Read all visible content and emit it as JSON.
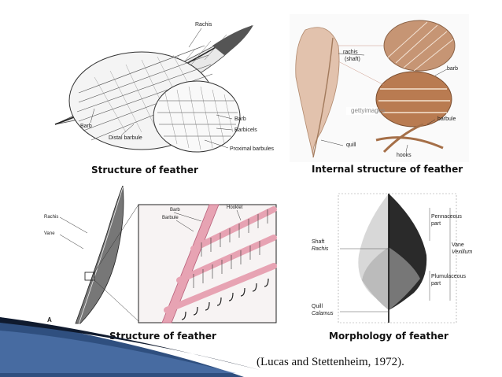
{
  "panel_top_left": {
    "labels": {
      "rachis": "Rachis",
      "barb_left": "Barb",
      "distal": "Distal barbule",
      "barb_right": "Barb",
      "barbicels": "Barbicels",
      "proximal": "Proximal barbules"
    },
    "caption": "Structure of feather"
  },
  "panel_top_right": {
    "labels": {
      "rachis": "rachis",
      "shaft": "(shaft)",
      "barb": "barb",
      "barbule": "barbule",
      "quill": "quill",
      "hooks": "hooks",
      "watermark": "gettyimages"
    },
    "caption": "Internal structure of feather"
  },
  "panel_bottom_left": {
    "labels": {
      "rachis": "Rachis",
      "vane": "Vane",
      "barb": "Barb",
      "barbule": "Barbule",
      "hooklet": "Hooklet",
      "fig": "A"
    },
    "caption": "Structure of feather"
  },
  "panel_bottom_right": {
    "labels": {
      "pennaceous": "Pennaceous",
      "part1": "part",
      "shaft": "Shaft",
      "rachis": "Rachis",
      "vane": "Vane",
      "vexillum": "Vexillum",
      "plumulaceous": "Plumulaceous",
      "part2": "part",
      "quill": "Quill",
      "calamus": "Calamus"
    },
    "caption": "Morphology of feather"
  },
  "citation": "(Lucas and  Stettenheim, 1972).",
  "colors": {
    "accent_dark": "#1f2a44",
    "accent_blue": "#3d6aa8",
    "pink": "#e8a3b5",
    "tan": "#c9a07a"
  }
}
